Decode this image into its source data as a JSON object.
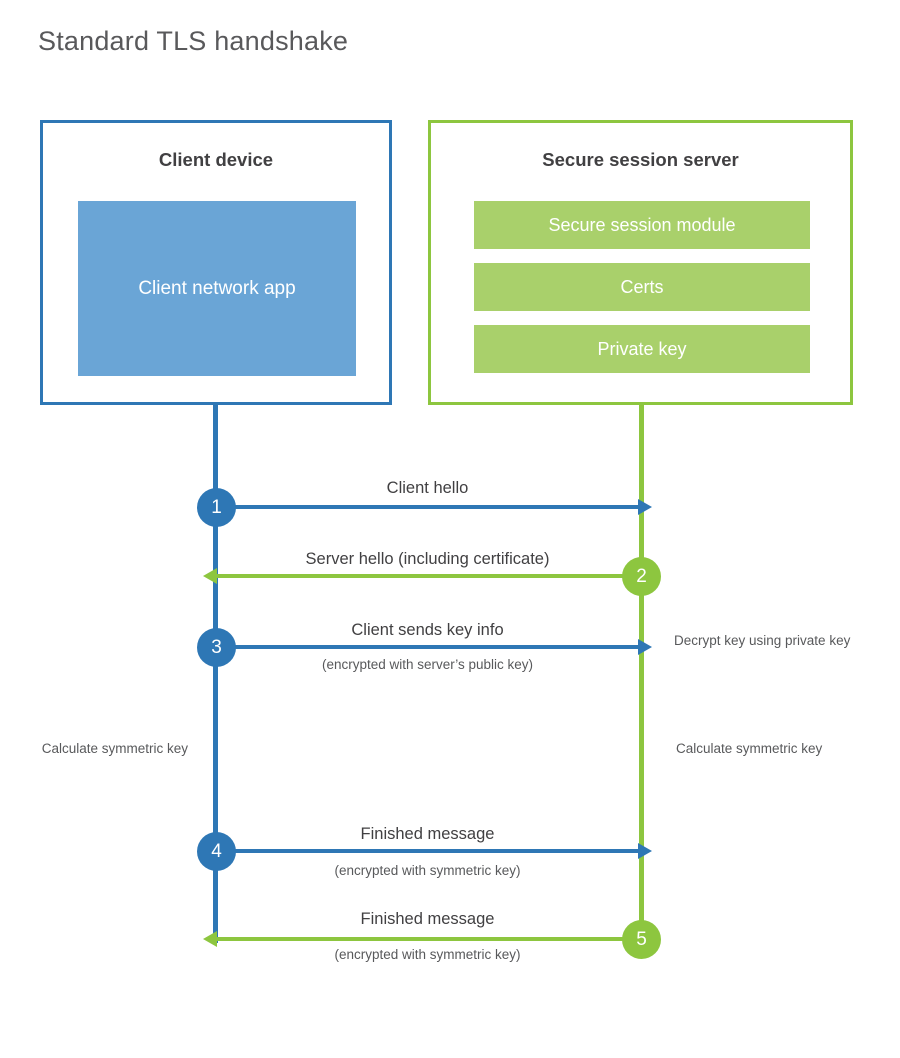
{
  "title": "Standard TLS handshake",
  "colors": {
    "client_accent": "#2E77B5",
    "server_accent": "#8DC63F",
    "client_block_fill": "#6AA5D6",
    "server_block_fill": "#A9D06B",
    "text": "#414042",
    "title_text": "#59595b",
    "background": "#ffffff"
  },
  "parties": {
    "client": {
      "title": "Client device",
      "blocks": [
        {
          "label": "Client network app"
        }
      ]
    },
    "server": {
      "title": "Secure session server",
      "blocks": [
        {
          "label": "Secure session module"
        },
        {
          "label": "Certs"
        },
        {
          "label": "Private key"
        }
      ]
    }
  },
  "steps": [
    {
      "number": "1",
      "direction": "client-to-server",
      "label": "Client hello",
      "sublabel": ""
    },
    {
      "number": "2",
      "direction": "server-to-client",
      "label": "Server hello (including certificate)",
      "sublabel": ""
    },
    {
      "number": "3",
      "direction": "client-to-server",
      "label": "Client sends key info",
      "sublabel": "(encrypted with server’s public key)"
    },
    {
      "number": "4",
      "direction": "client-to-server",
      "label": "Finished message",
      "sublabel": "(encrypted with symmetric key)"
    },
    {
      "number": "5",
      "direction": "server-to-client",
      "label": "Finished message",
      "sublabel": "(encrypted with symmetric key)"
    }
  ],
  "annotations": {
    "server_decrypt": "Decrypt key using private key",
    "client_calculate": "Calculate symmetric key",
    "server_calculate": "Calculate symmetric key"
  }
}
